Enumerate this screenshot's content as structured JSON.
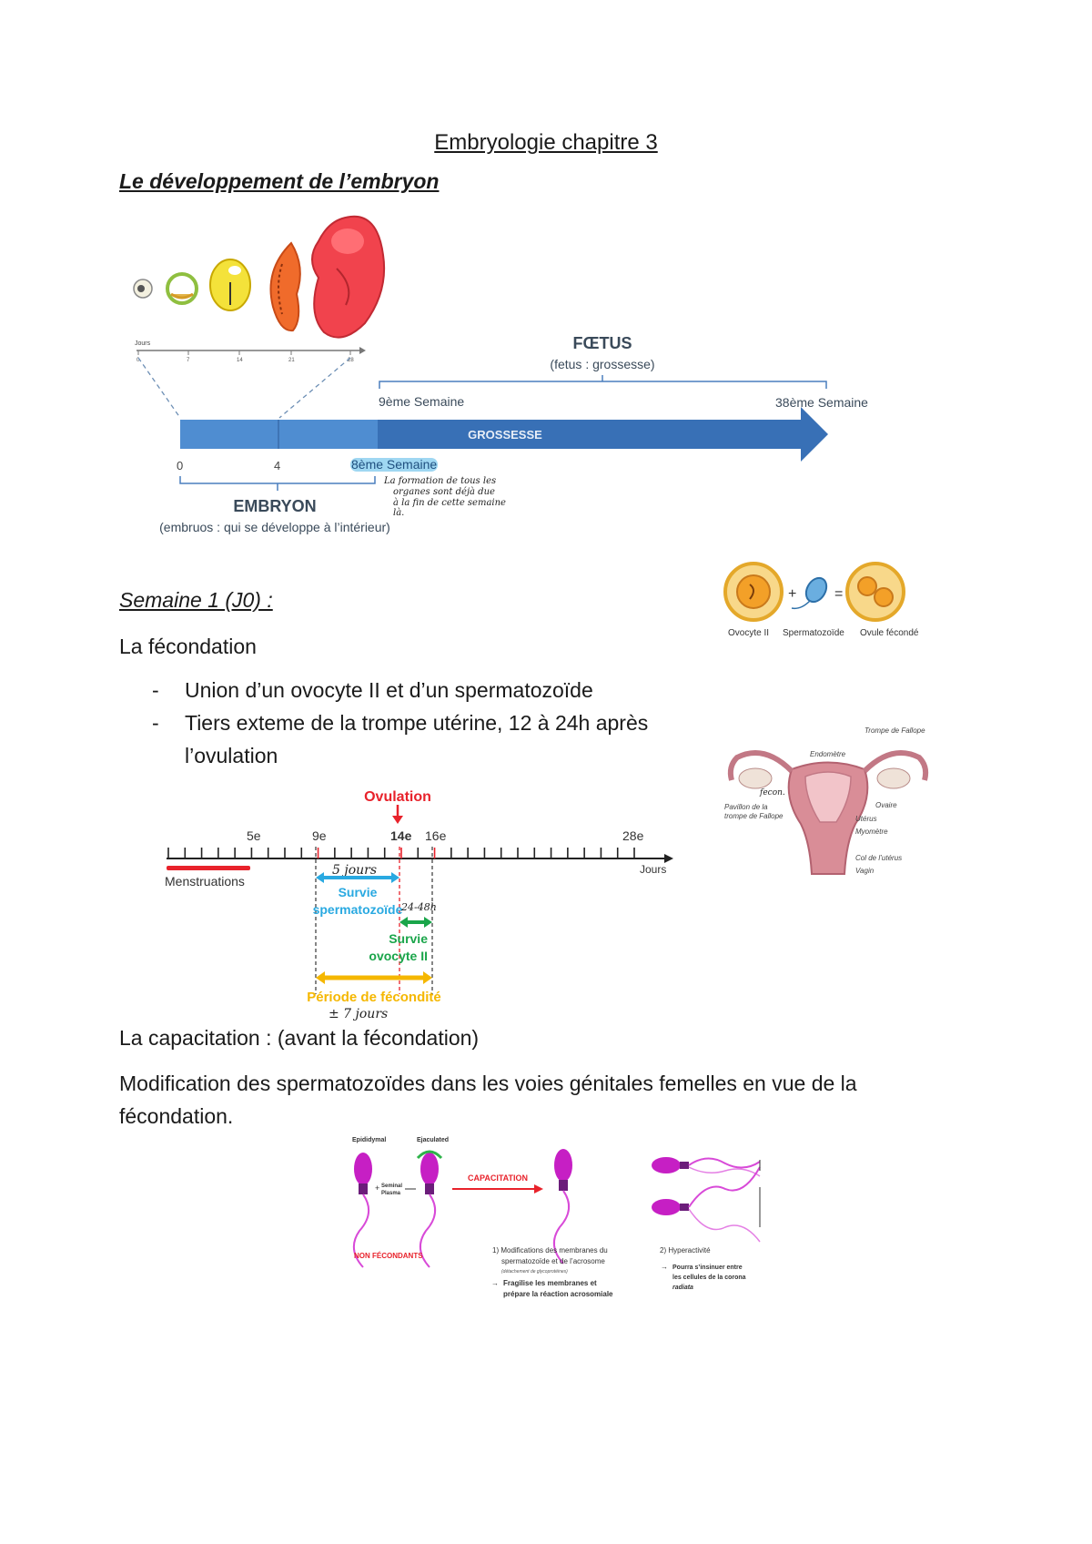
{
  "document": {
    "title": "Embryologie chapitre 3",
    "section_title": "Le développement de l’embryon"
  },
  "figure_timeline": {
    "jours_label": "Jours",
    "small_ticks": [
      "0",
      "7",
      "14",
      "21",
      "28"
    ],
    "fcetus_title": "FŒTUS",
    "fcetus_subtitle": "(fetus : grossesse)",
    "week9": "9ème Semaine",
    "week38": "38ème Semaine",
    "grossesse": "GROSSESSE",
    "tick0": "0",
    "tick4": "4",
    "week8": "8ème Semaine",
    "embryon_title": "EMBRYON",
    "embryon_subtitle": "(embruos : qui se développe à l’intérieur)",
    "handwritten_note": [
      "La formation de tous les",
      "organes sont déjà due",
      "à la fin de cette semaine",
      "là."
    ]
  },
  "semaine1": {
    "heading": "Semaine 1 (J0) :",
    "subheading": "La fécondation",
    "bullets": [
      "Union d’un ovocyte II et d’un spermatozoïde",
      "Tiers exteme de la trompe utérine, 12 à 24h après",
      "l’ovulation"
    ]
  },
  "figure_fecondation": {
    "ovocyte": "Ovocyte II",
    "spermatozoide": "Spermatozoïde",
    "ovule": "Ovule fécondé"
  },
  "figure_uterus": {
    "trompe": "Trompe de Fallope",
    "endometre": "Endomètre",
    "pavillon": [
      "Pavillon de la",
      "trompe de Fallope"
    ],
    "ovaire": "Ovaire",
    "uterus": "Utérus",
    "myometre": "Myomètre",
    "col": "Col de l’utérus",
    "vagin": "Vagin",
    "handnote": "fecon."
  },
  "figure_cycle": {
    "ovulation": "Ovulation",
    "day5": "5e",
    "day9": "9e",
    "day14": "14e",
    "day16": "16e",
    "day28": "28e",
    "menstruations": "Menstruations",
    "jours": "Jours",
    "hand_5jours": "5 jours",
    "survie_sperm": [
      "Survie",
      "spermatozoïde"
    ],
    "hand_48h": "24-48h",
    "survie_ovocyte": [
      "Survie",
      "ovocyte II"
    ],
    "periode": "Période de fécondité",
    "hand_7jours": "± 7 jours",
    "colors": {
      "red": "#e8222b",
      "blue": "#29a9e1",
      "green": "#1aa54a",
      "yellow": "#f5b700"
    }
  },
  "capacitation": {
    "heading": "La capacitation : (avant la fécondation)",
    "text": [
      "Modification des spermatozoïdes dans les voies génitales femelles en vue de la",
      "fécondation."
    ]
  },
  "figure_capacitation": {
    "epididymal": "Epididymal",
    "ejaculated": "Ejaculated",
    "plus": "+",
    "seminal": [
      "Seminal",
      "Plasma"
    ],
    "capacitation": "CAPACITATION",
    "non_fecondants": "NON FÉCONDANTS",
    "mod1": [
      "1) Modifications des membranes du",
      "spermatozoïde et de l’acrosome"
    ],
    "mod1_small": "(détachement de glycoprotéines)",
    "mod1_arrow": [
      "Fragilise les membranes et",
      "prépare la réaction acrosomiale"
    ],
    "mod2": "2) Hyperactivité",
    "mod2_arrow": [
      "Pourra s’insinuer entre",
      "les cellules de la corona",
      "radiata"
    ]
  }
}
